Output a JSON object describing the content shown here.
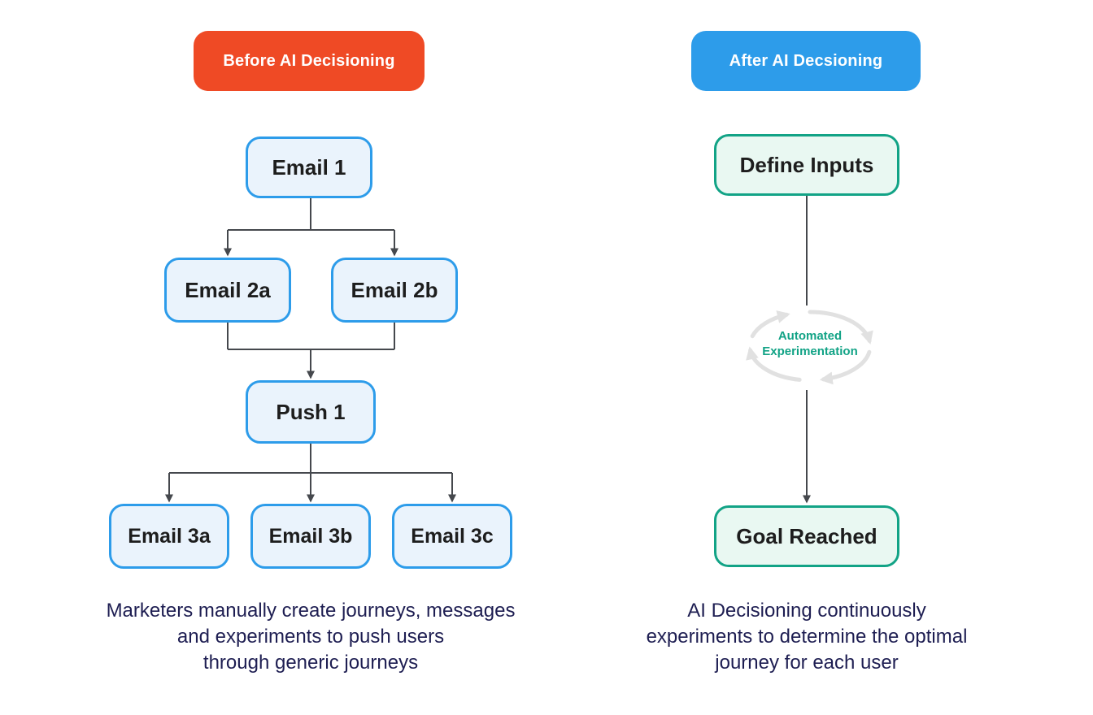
{
  "left": {
    "header": "Before AI Decisioning",
    "nodes": {
      "email1": "Email 1",
      "email2a": "Email 2a",
      "email2b": "Email 2b",
      "push1": "Push 1",
      "email3a": "Email 3a",
      "email3b": "Email 3b",
      "email3c": "Email 3c"
    },
    "caption": "Marketers manually create journeys, messages\nand experiments to push users\nthrough generic journeys"
  },
  "right": {
    "header": "After AI Decsioning",
    "nodes": {
      "define_inputs": "Define Inputs",
      "goal_reached": "Goal Reached"
    },
    "loop_label": "Automated\nExperimentation",
    "caption": "AI Decisioning continuously\nexperiments to determine the optimal\njourney for each user"
  },
  "colors": {
    "before_header_bg": "#EF4A25",
    "after_header_bg": "#2D9CEA",
    "journey_node_border": "#2D9CEA",
    "journey_node_fill": "#EAF3FC",
    "ai_node_border": "#12A386",
    "ai_node_fill": "#E9F8F2",
    "loop_text": "#12A386",
    "loop_arrows": "#E1E1E1",
    "connector": "#45484D",
    "caption_text": "#1E1E52"
  }
}
